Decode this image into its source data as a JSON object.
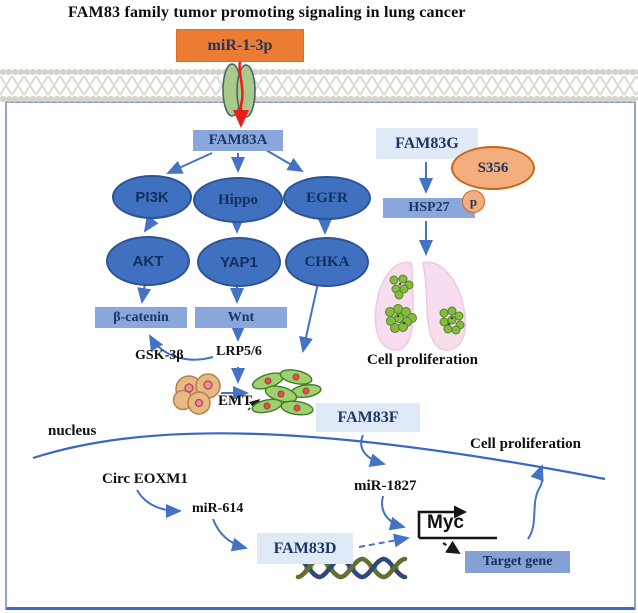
{
  "figure": {
    "title": "FAM83 family tumor promoting signaling in lung cancer"
  },
  "nodes": {
    "mir_1_3p": "miR-1-3p",
    "fam83a": "FAM83A",
    "pi3k": "PI3K",
    "hippo": "Hippo",
    "egfr": "EGFR",
    "akt": "AKT",
    "yap1": "YAP1",
    "chka": "CHKA",
    "beta_catenin": "β-catenin",
    "wnt": "Wnt",
    "gsk_3b": "GSK-3β",
    "lrp5_6": "LRP5/6",
    "emt": "EMT",
    "fam83g": "FAM83G",
    "s356": "S356",
    "hsp27": "HSP27",
    "p": "p",
    "cell_proliferation_lungs": "Cell proliferation",
    "nucleus": "nucleus",
    "circ_eoxm1": "Circ EOXM1",
    "mir_614": "miR-614",
    "fam83d": "FAM83D",
    "fam83f": "FAM83F",
    "mir_1827": "miR-1827",
    "myc": "Myc",
    "target_gene": "Target gene",
    "cell_proliferation_right": "Cell proliferation"
  },
  "colors": {
    "arrow_blue": "#4472C4",
    "ellipse_fill": "#4070C0",
    "ellipse_border": "#2D5494",
    "box_medium_blue": "#8AA7DC",
    "box_light_blue": "#DFEAF6",
    "box_target_blue": "#84A0D4",
    "orange_box": "#EC7C31",
    "orange_ellipse": "#F2AE7E",
    "orange_border": "#C9661F",
    "navy_text": "#1C3766",
    "red_arrow": "#EE1C17",
    "membrane_gray": "#D3D3C9",
    "lung_pink": "#F7DDEE",
    "tumor_green": "#86BB40"
  }
}
